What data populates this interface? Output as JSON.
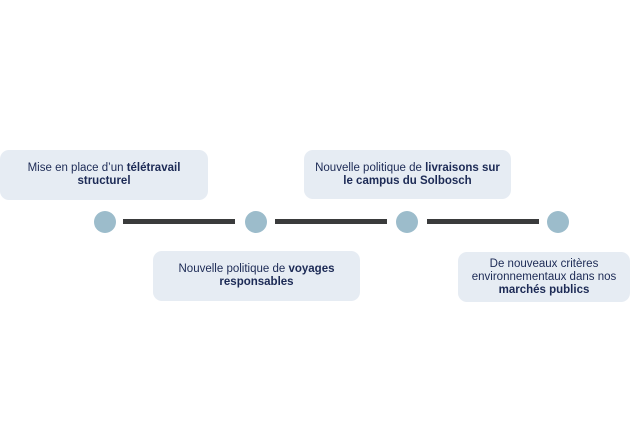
{
  "timeline": {
    "colors": {
      "card_bg": "#e6ecf3",
      "text": "#1c2a55",
      "dot": "#9cbccb",
      "connector": "#3a3b3c"
    },
    "steps": [
      {
        "text_regular": "Mise en place d’un ",
        "text_bold": "télétravail structurel",
        "position": "above"
      },
      {
        "text_regular": "Nouvelle politique de ",
        "text_bold": "voyages responsables",
        "position": "below"
      },
      {
        "text_regular": "Nouvelle politique de ",
        "text_bold": "livraisons sur le campus du Solbosch",
        "position": "above"
      },
      {
        "text_regular": "De nouveaux critères environnementaux dans nos ",
        "text_bold": "marchés publics",
        "position": "below"
      }
    ]
  }
}
